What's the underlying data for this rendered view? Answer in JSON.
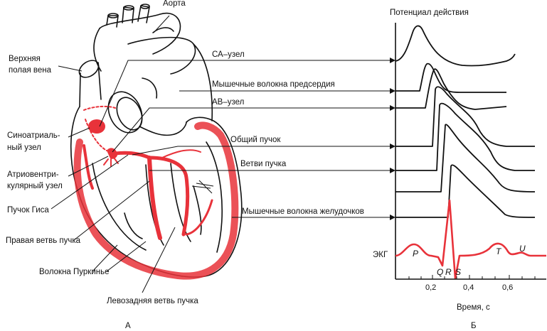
{
  "labels": {
    "aorta": "Аорта",
    "svc_line1": "Верхняя",
    "svc_line2": "полая вена",
    "sa_line1": "Синоатриаль-",
    "sa_line2": "ный  узел",
    "av_line1": "Атриовентри-",
    "av_line2": "кулярный узел",
    "his": "Пучок Гиса",
    "right_branch": "Правая ветвь пучка",
    "purkinje": "Волокна Пуркинье",
    "left_posterior": "Левозадняя ветвь пучка",
    "sa_node": "СА–узел",
    "atrial_muscle": "Мышечные волокна предсердия",
    "av_node": "АВ–узел",
    "common_bundle": "Общий пучок",
    "bundle_branches": "Ветви пучка",
    "ventricular_muscle": "Мышечные волокна желудочков",
    "panel_a": "А",
    "panel_b": "Б",
    "action_potential": "Потенциал действия",
    "ecg": "ЭКГ",
    "time_axis": "Время, с"
  },
  "ecg_waves": [
    "P",
    "Q",
    "R",
    "S",
    "T",
    "U"
  ],
  "time_ticks": [
    "0,2",
    "0,4",
    "0,6"
  ],
  "colors": {
    "conduction": "#e8323a",
    "ink": "#111111"
  }
}
